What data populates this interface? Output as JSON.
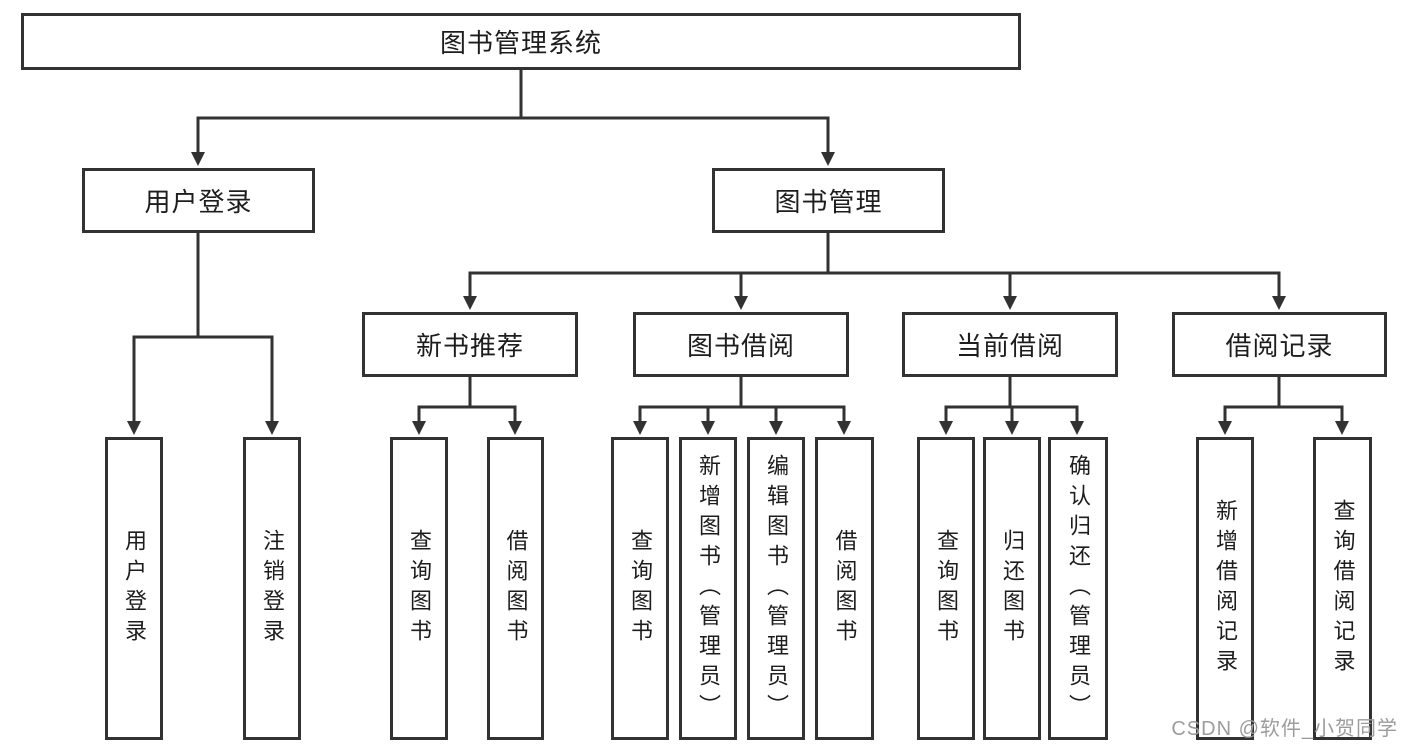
{
  "colors": {
    "background": "#ffffff",
    "line": "#323232",
    "box_border": "#323232",
    "text": "#1d1d1d",
    "watermark": "#9c9c9c"
  },
  "diagram": {
    "root": {
      "label": "图书管理系统"
    },
    "level2": [
      {
        "label": "用户登录"
      },
      {
        "label": "图书管理"
      }
    ],
    "level3": [
      {
        "label": "新书推荐"
      },
      {
        "label": "图书借阅"
      },
      {
        "label": "当前借阅"
      },
      {
        "label": "借阅记录"
      }
    ],
    "leaves": [
      {
        "label": "用户登录"
      },
      {
        "label": "注销登录"
      },
      {
        "label": "查询图书"
      },
      {
        "label": "借阅图书"
      },
      {
        "label": "查询图书"
      },
      {
        "label": "新增图书（管理员）"
      },
      {
        "label": "编辑图书（管理员）"
      },
      {
        "label": "借阅图书"
      },
      {
        "label": "查询图书"
      },
      {
        "label": "归还图书"
      },
      {
        "label": "确认归还（管理员）"
      },
      {
        "label": "新增借阅记录"
      },
      {
        "label": "查询借阅记录"
      }
    ]
  },
  "watermark": {
    "text": "CSDN @软件_小贺同学"
  }
}
